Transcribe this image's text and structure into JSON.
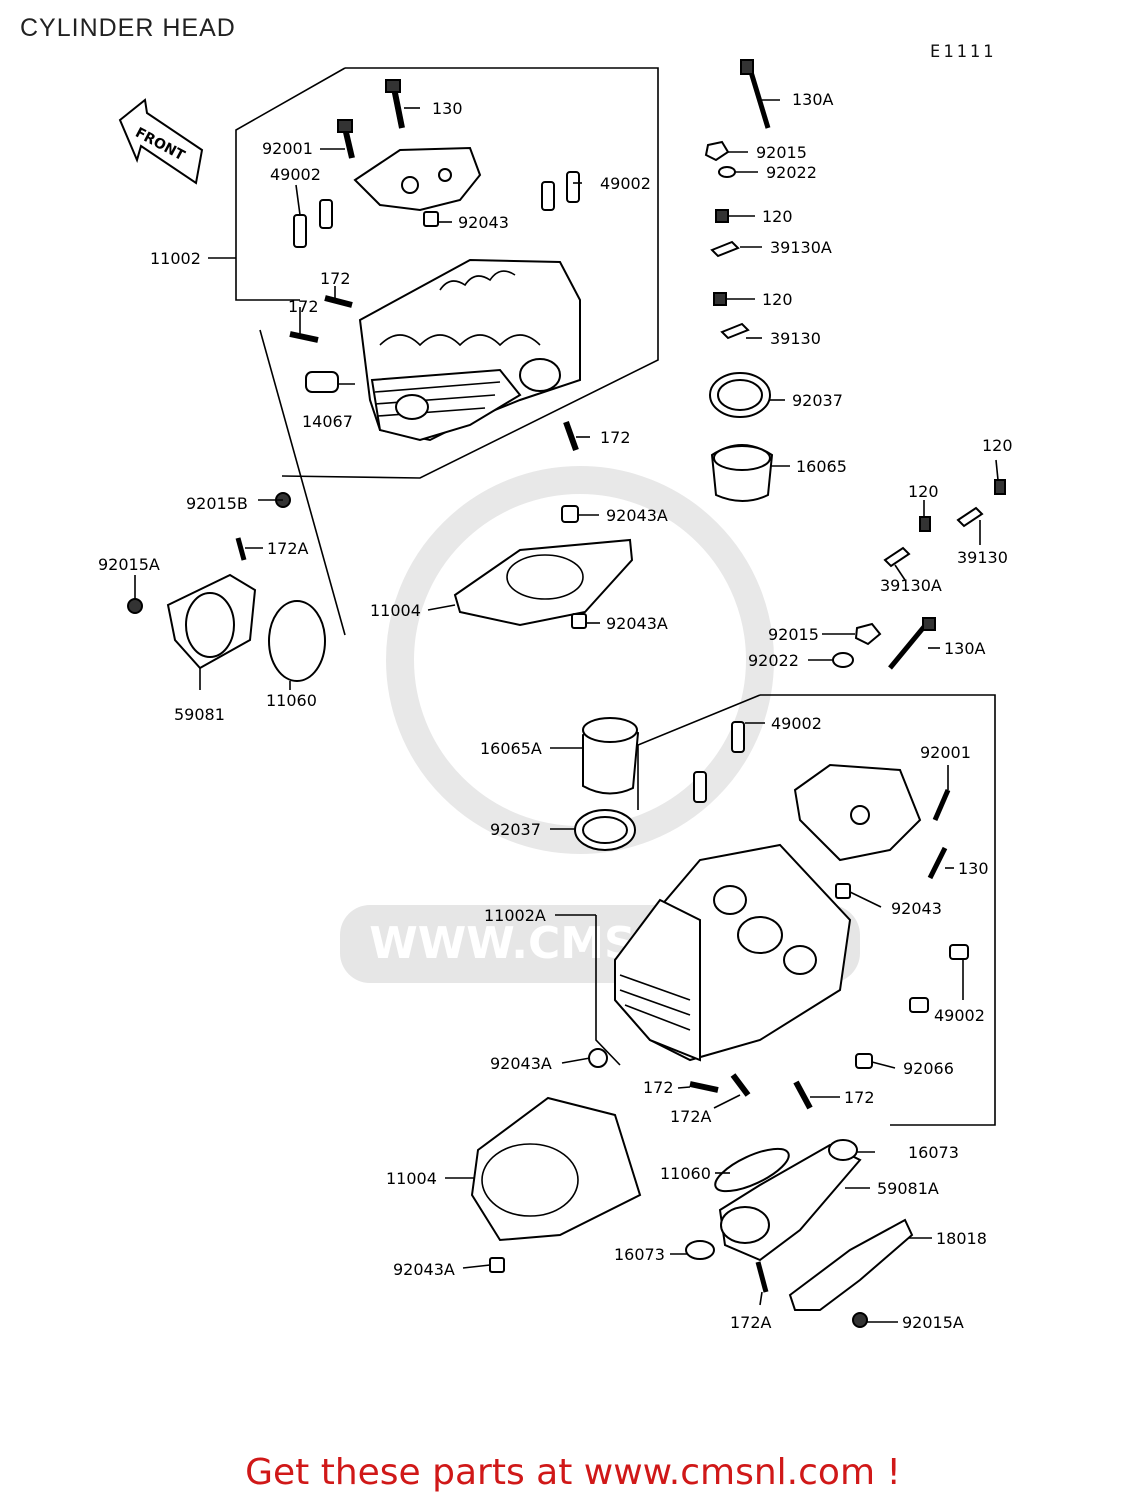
{
  "title": "CYLINDER HEAD",
  "diagram_code": "E1111",
  "front_label": "FRONT",
  "watermark": "WWW.CMSNL.COM",
  "footer": "Get these parts at www.cmsnl.com !",
  "labels": {
    "l130": "130",
    "l130A_top": "130A",
    "l92001_top": "92001",
    "l92015_top": "92015",
    "l92022_top": "92022",
    "l49002_tl": "49002",
    "l49002_tr": "49002",
    "l92043_top": "92043",
    "l120_a": "120",
    "l39130A_top": "39130A",
    "l11002": "11002",
    "l172_a": "172",
    "l172_b": "172",
    "l120_b": "120",
    "l39130_top": "39130",
    "l14067": "14067",
    "l92037_top": "92037",
    "l172_c": "172",
    "l16065": "16065",
    "l120_c": "120",
    "l120_d": "120",
    "l92015B": "92015B",
    "l92043A_a": "92043A",
    "l39130_r": "39130",
    "l39130A_r": "39130A",
    "l92015A_l": "92015A",
    "l172A_l": "172A",
    "l11004_top": "11004",
    "l92043A_b": "92043A",
    "l92015_mid": "92015",
    "l130A_mid": "130A",
    "l92022_mid": "92022",
    "l59081": "59081",
    "l11060_l": "11060",
    "l49002_m": "49002",
    "l16065A": "16065A",
    "l92001_r": "92001",
    "l92037_b": "92037",
    "l130_r": "130",
    "l11002A": "11002A",
    "l92043_r": "92043",
    "l49002_r": "49002",
    "l92043A_c": "92043A",
    "l92066": "92066",
    "l172_d": "172",
    "l172A_b": "172A",
    "l172_e": "172",
    "l16073_a": "16073",
    "l11004_b": "11004",
    "l11060_b": "11060",
    "l59081A": "59081A",
    "l18018": "18018",
    "l16073_b": "16073",
    "l92043A_d": "92043A",
    "l172A_c": "172A",
    "l92015A_b": "92015A"
  }
}
